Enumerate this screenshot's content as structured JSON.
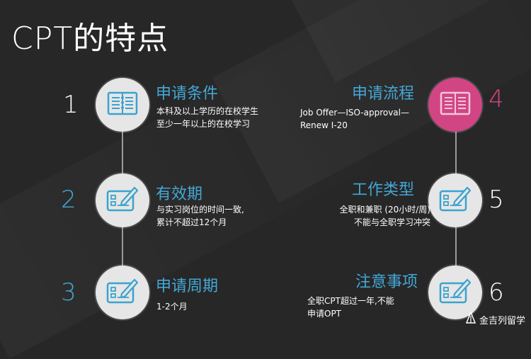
{
  "title": "CPT的特点",
  "items": [
    {
      "number": "1",
      "heading": "申请条件",
      "lines": [
        "本科及以上学历的在校学生",
        "至少一年以上的在校学习"
      ],
      "icon": "book-icon"
    },
    {
      "number": "2",
      "heading": "有效期",
      "lines": [
        "与实习岗位的时间一致,",
        "累计不超过12个月"
      ],
      "icon": "tablet-pen-icon"
    },
    {
      "number": "3",
      "heading": "申请周期",
      "lines": [
        "1-2个月"
      ],
      "icon": "tablet-pen-icon"
    },
    {
      "number": "4",
      "heading": "申请流程",
      "lines": [
        "Job Offer—ISO-approval—",
        "Renew I-20"
      ],
      "icon": "book-icon"
    },
    {
      "number": "5",
      "heading": "工作类型",
      "lines": [
        "全职和兼职 (20小时/周)",
        "不能与全职学习冲突"
      ],
      "icon": "tablet-pen-icon"
    },
    {
      "number": "6",
      "heading": "注意事项",
      "lines": [
        "全职CPT超过一年,不能",
        "申请OPT"
      ],
      "icon": "tablet-pen-icon"
    }
  ],
  "logo": {
    "text": "金吉列留学",
    "icon": "logo-icon"
  },
  "colors": {
    "background": "#272727",
    "accent_blue": "#43a7d6",
    "accent_pink": "#d24585",
    "circle": "#e6e6e6"
  }
}
